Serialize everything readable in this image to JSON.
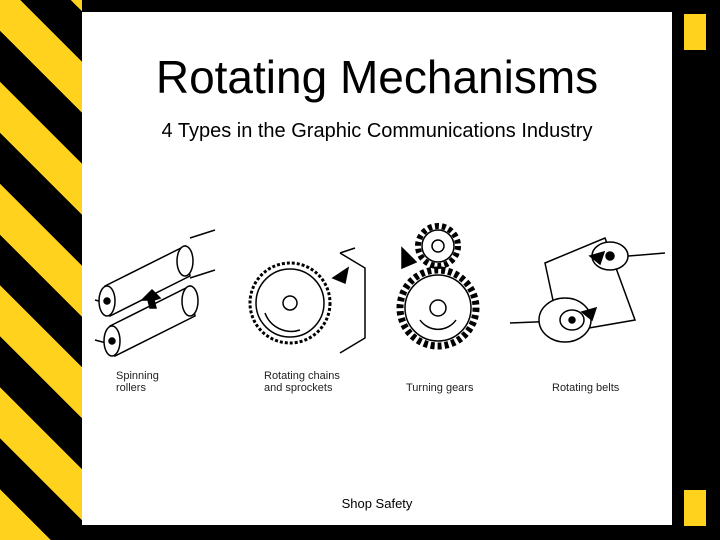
{
  "slide": {
    "title": "Rotating Mechanisms",
    "subtitle": "4 Types in the Graphic Communications Industry",
    "footer": "Shop Safety"
  },
  "figure": {
    "captions": [
      "Spinning\nrollers",
      "Rotating chains\nand sprockets",
      "Turning gears",
      "Rotating belts"
    ]
  },
  "colors": {
    "accent": "#ffd21e",
    "background": "#000000",
    "slide": "#ffffff"
  }
}
